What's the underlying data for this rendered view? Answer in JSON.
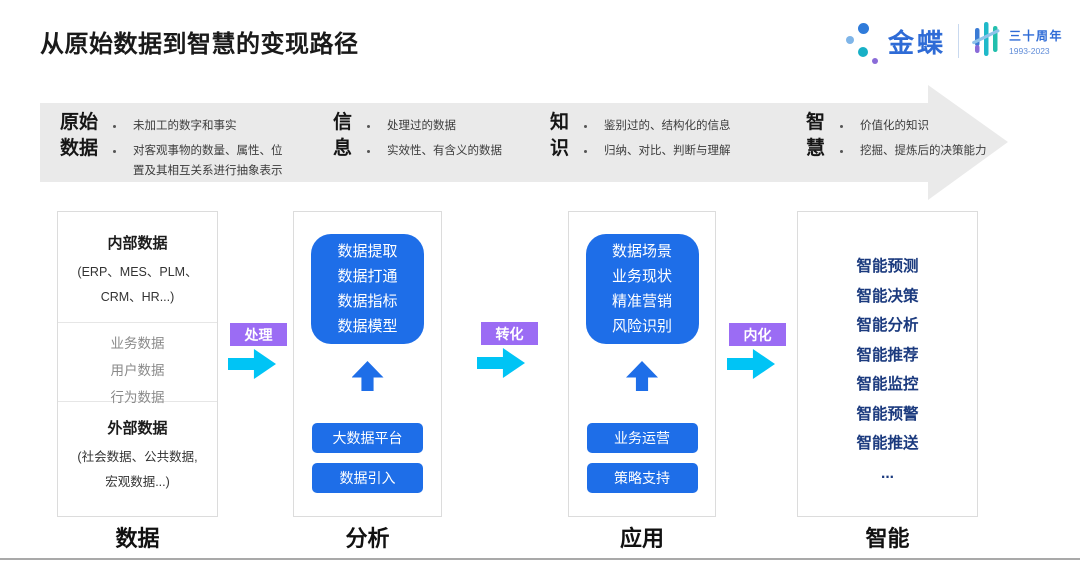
{
  "page_title": "从原始数据到智慧的变现路径",
  "logo": {
    "brand": "金蝶",
    "anniversary": "三十周年",
    "years": "1993-2023"
  },
  "banner_stages": [
    {
      "term": "原始\n数据",
      "bullets": [
        "未加工的数字和事实",
        "对客观事物的数量、属性、位置及其相互关系进行抽象表示"
      ]
    },
    {
      "term": "信\n息",
      "bullets": [
        "处理过的数据",
        "实效性、有含义的数据"
      ]
    },
    {
      "term": "知\n识",
      "bullets": [
        "鉴别过的、结构化的信息",
        "归纳、对比、判断与理解"
      ]
    },
    {
      "term": "智\n慧",
      "bullets": [
        "价值化的知识",
        "挖掘、提炼后的决策能力"
      ]
    }
  ],
  "connectors": [
    {
      "label": "处理"
    },
    {
      "label": "转化"
    },
    {
      "label": "内化"
    }
  ],
  "columns": {
    "data": {
      "label": "数据",
      "internal_title": "内部数据",
      "internal_detail": "(ERP、MES、PLM、\nCRM、HR...)",
      "middle_items": [
        "业务数据",
        "用户数据",
        "行为数据"
      ],
      "external_title": "外部数据",
      "external_detail": "(社会数据、公共数据,\n宏观数据...)"
    },
    "analysis": {
      "label": "分析",
      "panel": "数据提取\n数据打通\n数据指标\n数据模型",
      "buttons": [
        "大数据平台",
        "数据引入"
      ]
    },
    "application": {
      "label": "应用",
      "panel": "数据场景\n业务现状\n精准营销\n风险识别",
      "buttons": [
        "业务运营",
        "策略支持"
      ]
    },
    "intelligence": {
      "label": "智能",
      "items": [
        "智能预测",
        "智能决策",
        "智能分析",
        "智能推荐",
        "智能监控",
        "智能预警",
        "智能推送",
        "..."
      ]
    }
  },
  "colors": {
    "accent_blue": "#1E6EE8",
    "navy_text": "#1B3A7E",
    "purple_tag": "#9B6CF4",
    "cyan_arrow": "#00C4F5",
    "banner_gray": "#EAEAEA",
    "brand_blue": "#2E6BD6"
  }
}
